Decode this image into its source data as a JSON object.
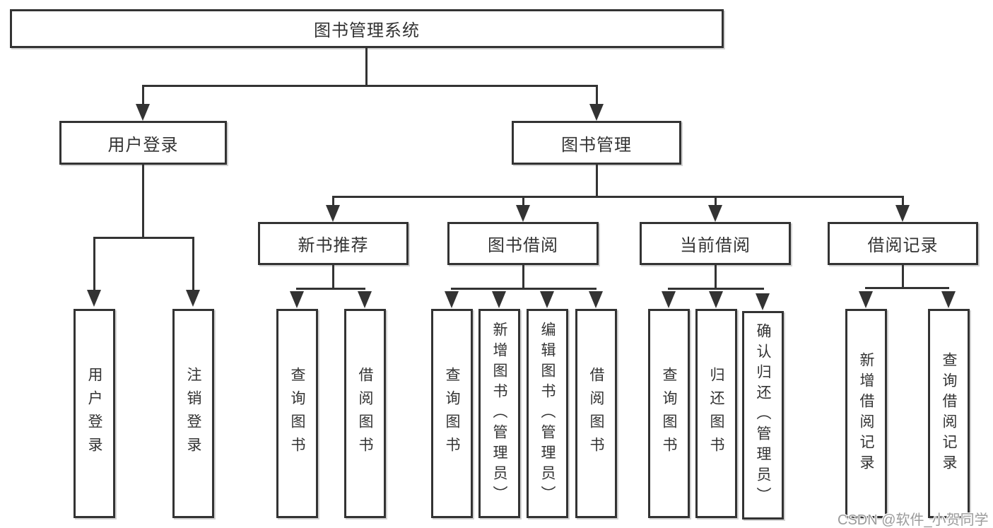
{
  "title": "图书管理系统",
  "nodes": {
    "user_login": "用户登录",
    "book_mgmt": "图书管理",
    "new_book_rec": "新书推荐",
    "book_borrow": "图书借阅",
    "current_borrow": "当前借阅",
    "borrow_record": "借阅记录"
  },
  "leaves": {
    "login": "用户登录",
    "logout": "注销登录",
    "rec_query": "查询图书",
    "rec_borrow": "借阅图书",
    "bb_query": "查询图书",
    "bb_add": "新增图书（管理员）",
    "bb_edit": "编辑图书（管理员）",
    "bb_borrow": "借阅图书",
    "cb_query": "查询图书",
    "cb_return": "归还图书",
    "cb_confirm": "确认归还（管理员）",
    "br_add": "新增借阅记录",
    "br_query": "查询借阅记录"
  },
  "watermark": "CSDN @软件_小贺同学",
  "colors": {
    "line": "#333333",
    "watermark_gray": "#9b9b9b",
    "background": "#ffffff"
  }
}
